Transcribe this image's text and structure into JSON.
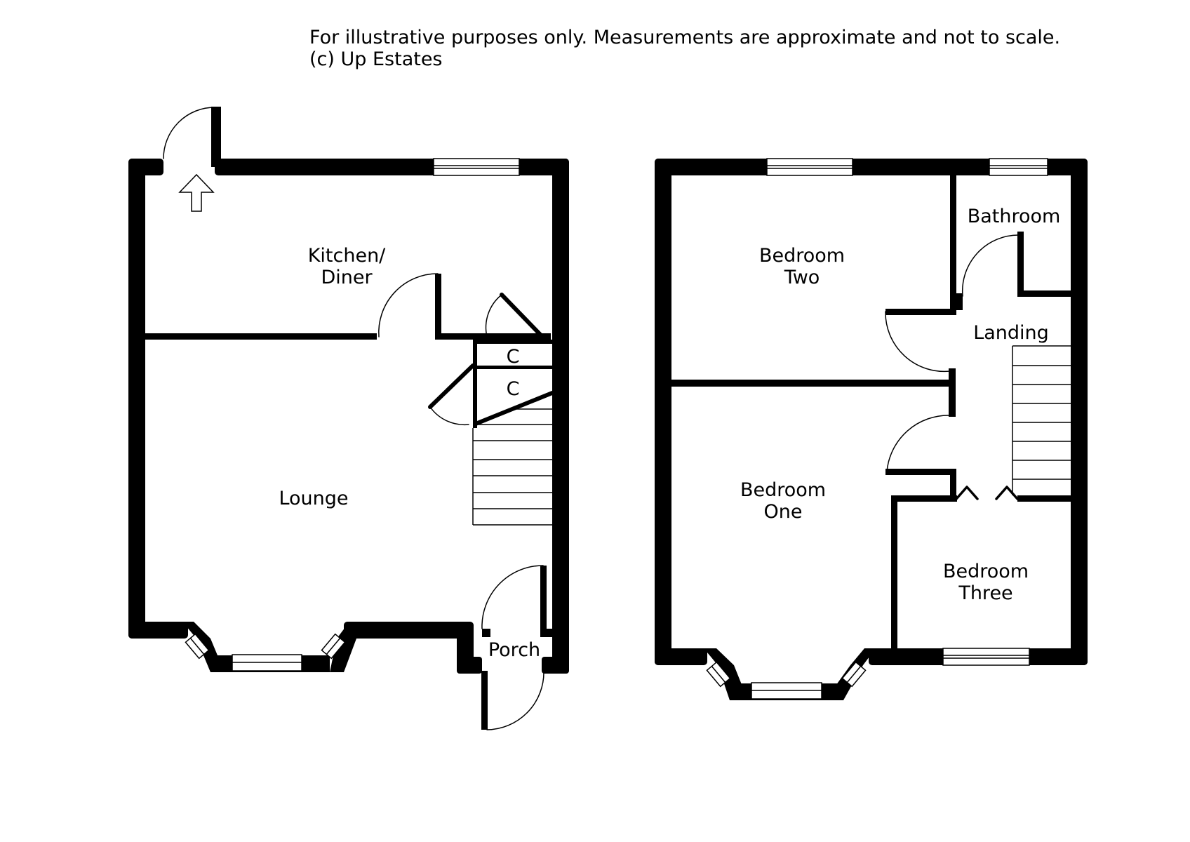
{
  "disclaimer": {
    "line1": "For illustrative purposes only. Measurements are approximate and not to scale.",
    "line2": "(c) Up Estates"
  },
  "ground_floor": {
    "kitchen_line1": "Kitchen/",
    "kitchen_line2": "Diner",
    "lounge": "Lounge",
    "cupboard1": "C",
    "cupboard2": "C",
    "porch": "Porch"
  },
  "first_floor": {
    "bedroom_two_line1": "Bedroom",
    "bedroom_two_line2": "Two",
    "bathroom": "Bathroom",
    "landing": "Landing",
    "bedroom_one_line1": "Bedroom",
    "bedroom_one_line2": "One",
    "bedroom_three_line1": "Bedroom",
    "bedroom_three_line2": "Three"
  }
}
